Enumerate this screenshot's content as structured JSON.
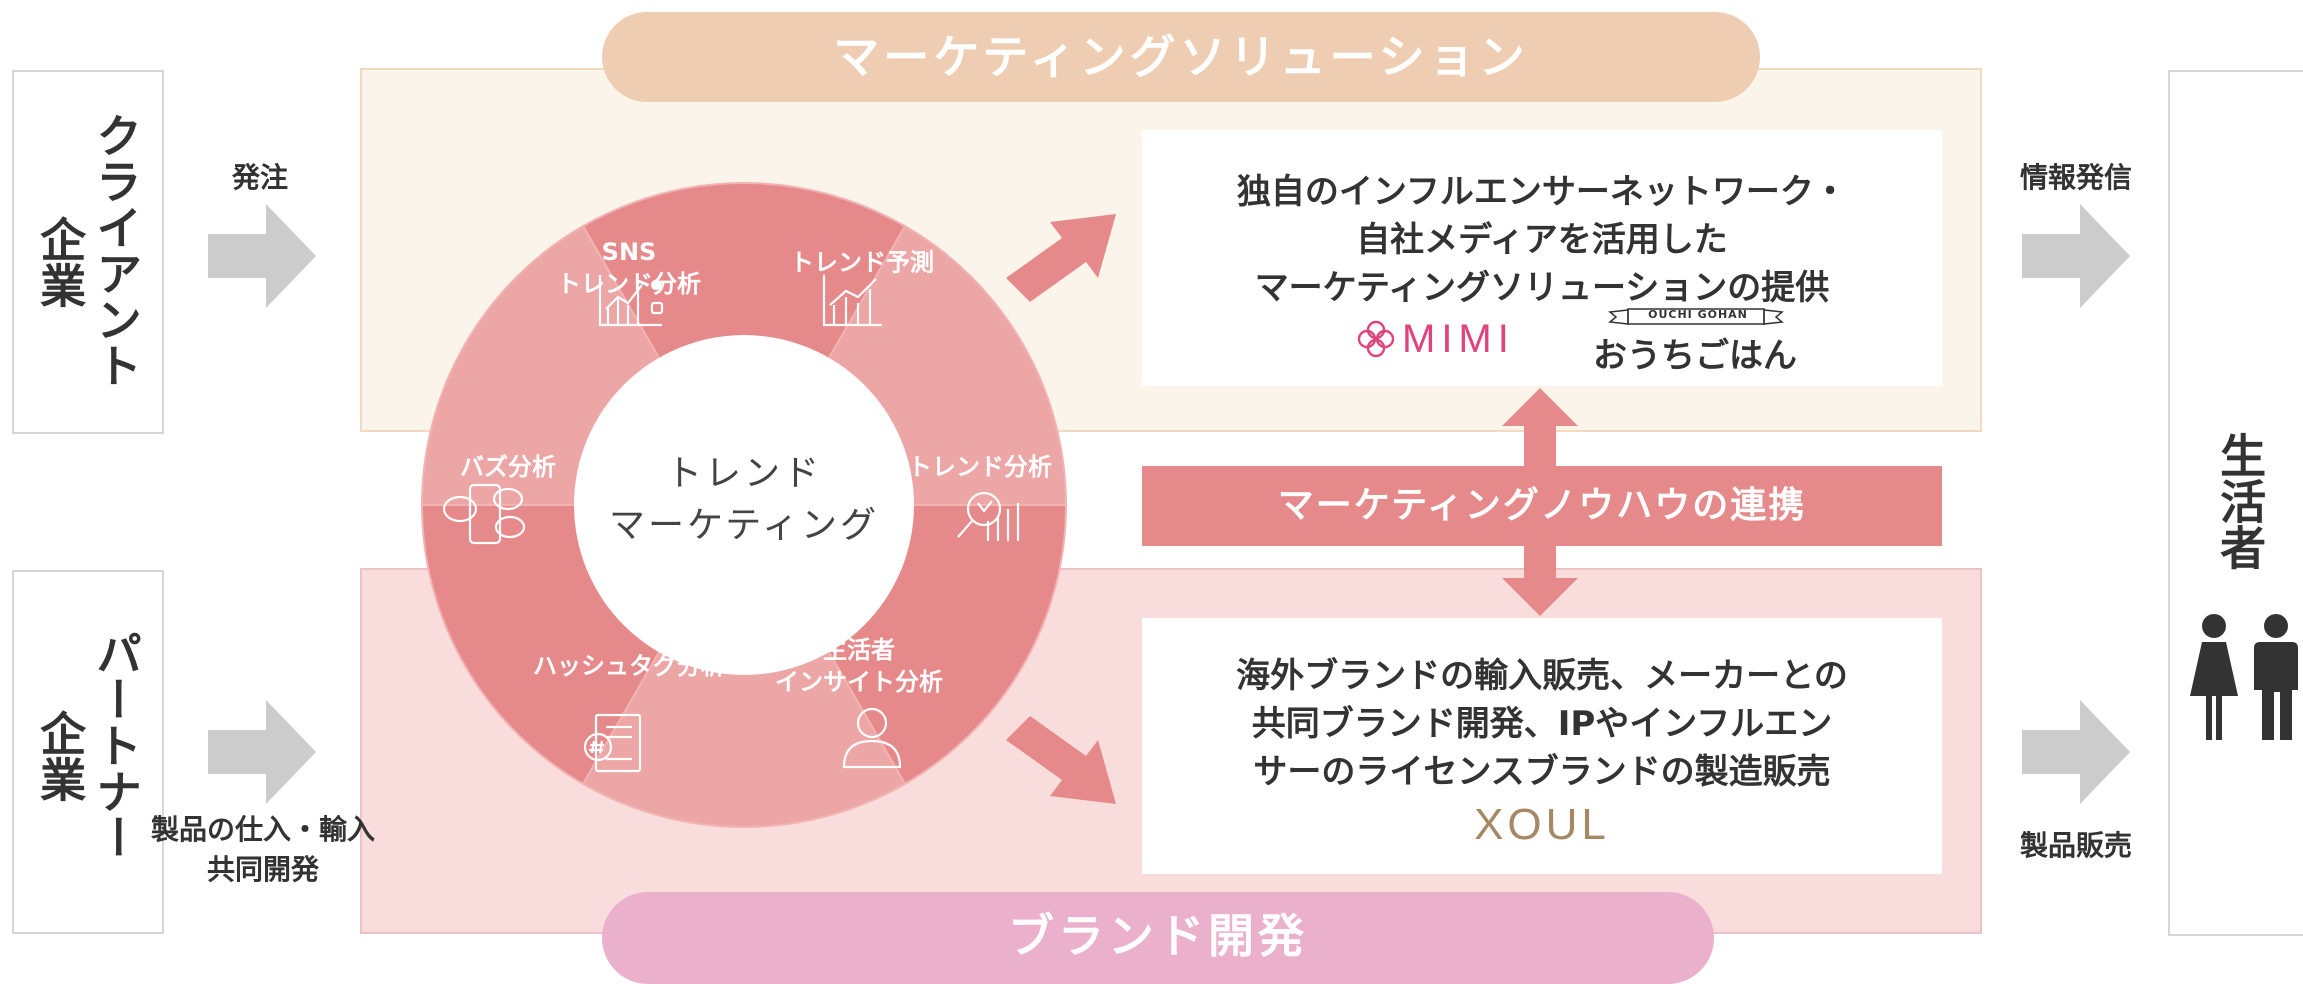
{
  "client": {
    "line1": "クライアント",
    "line2": "企業"
  },
  "partner": {
    "line1": "パートナー",
    "line2": "企業"
  },
  "consumer": {
    "label": "生活者"
  },
  "arrows": {
    "order": "発注",
    "info": "情報発信",
    "import_line1": "製品の仕入・輸入",
    "import_line2": "共同開発",
    "sales": "製品販売"
  },
  "marketing_pill": "マーケティングソリューション",
  "brand_pill": "ブランド開発",
  "marketing_card": {
    "line1": "独自のインフルエンサーネットワーク・",
    "line2": "自社メディアを活用した",
    "line3": "マーケティングソリューションの提供",
    "logo_mimi": "MIMI",
    "logo_ouchi_small": "OUCHI GOHAN",
    "logo_ouchi": "おうちごはん"
  },
  "knowhow_bar": "マーケティングノウハウの連携",
  "brand_card": {
    "line1": "海外ブランドの輸入販売、メーカーとの",
    "line2": "共同ブランド開発、IPやインフルエン",
    "line3": "サーのライセンスブランドの製造販売",
    "logo_xoul": "XOUL"
  },
  "donut": {
    "center_line1": "トレンド",
    "center_line2": "マーケティング",
    "segments": [
      {
        "line1": "SNS",
        "line2": "トレンド分析",
        "icon": "chart-social-icon"
      },
      {
        "line1": "",
        "line2": "トレンド予測",
        "icon": "chart-forecast-icon"
      },
      {
        "line1": "",
        "line2": "トレンド分析",
        "icon": "magnify-chart-icon"
      },
      {
        "line1": "生活者",
        "line2": "インサイト分析",
        "icon": "person-icon"
      },
      {
        "line1": "",
        "line2": "ハッシュタグ分析",
        "icon": "hashtag-document-icon"
      },
      {
        "line1": "",
        "line2": "バズ分析",
        "icon": "phone-bubbles-icon"
      }
    ]
  },
  "colors": {
    "marketing_pill": "#efcdb3",
    "marketing_bg": "#fbf4ea",
    "brand_pill": "#eab0cc",
    "brand_bg": "#f9dcdc",
    "coral": "#e6898a",
    "coral_light": "#eba6a5",
    "gray_arrow": "#cccccc"
  }
}
